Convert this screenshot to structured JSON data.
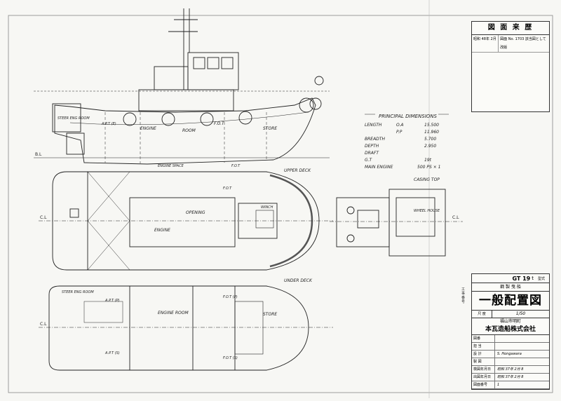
{
  "revision_block": {
    "header": "図 面 来 歴",
    "entry_date": "昭和 48年 2月",
    "entry_note": "図面 No. 1703 該当図として改版"
  },
  "dimensions": {
    "title": "PRINCIPAL DIMENSIONS",
    "rows": [
      {
        "label": "LENGTH",
        "sub": "O.A",
        "value": "15.500"
      },
      {
        "label": "",
        "sub": "P.P",
        "value": "11.960"
      },
      {
        "label": "BREADTH",
        "sub": "",
        "value": "5.700"
      },
      {
        "label": "DEPTH",
        "sub": "",
        "value": "2.950"
      },
      {
        "label": "DRAFT",
        "sub": "",
        "value": ""
      },
      {
        "label": "G.T",
        "sub": "",
        "value": "19t"
      },
      {
        "label": "MAIN ENGINE",
        "sub": "",
        "value": "500 PS × 1"
      }
    ]
  },
  "view_labels": {
    "upper_deck": "UPPER DECK",
    "under_deck": "UNDER DECK",
    "casing_top": "CASING TOP",
    "centerline": "C.L",
    "baseline": "B.L",
    "wheel_house": "WHEEL HOUSE"
  },
  "compartments": {
    "profile": [
      "ENGINE",
      "ROOM",
      "F.O.T",
      "STORE",
      "STEER ENG ROOM",
      "A.P.T (E)",
      "ENGINE SPACE",
      "F.O.T"
    ],
    "upper": [
      "ENGINE",
      "OPENING",
      "WINCH",
      "F.O.T"
    ],
    "under": [
      "STEER ENG ROOM",
      "A.P.T (P)",
      "ENGINE ROOM",
      "F.O.T (P)",
      "STORE",
      "F.O.T (S)",
      "A.P.T (S)"
    ]
  },
  "title_block": {
    "ship_no": "GT 19",
    "ship_no_suffix": "t",
    "ship_no_label": "型式",
    "ship_type": "鋼 製 曳 船",
    "drawing_title": "一般配置図",
    "scale_label": "尺 度",
    "scale_value": "1/50",
    "location": "福山市明町",
    "company": "本瓦造船株式会社",
    "rows": [
      {
        "label": "図番",
        "value": ""
      },
      {
        "label": "担 当",
        "value": ""
      },
      {
        "label": "設 計",
        "value": "S. Hongawara"
      },
      {
        "label": "製 図",
        "value": ""
      },
      {
        "label": "検図年月日",
        "value": "昭和 37年 2月 8"
      },
      {
        "label": "出図年月日",
        "value": "昭和 37年 2月 8"
      },
      {
        "label": "図面番号",
        "value": "1"
      }
    ],
    "side_label": "工事番号"
  }
}
